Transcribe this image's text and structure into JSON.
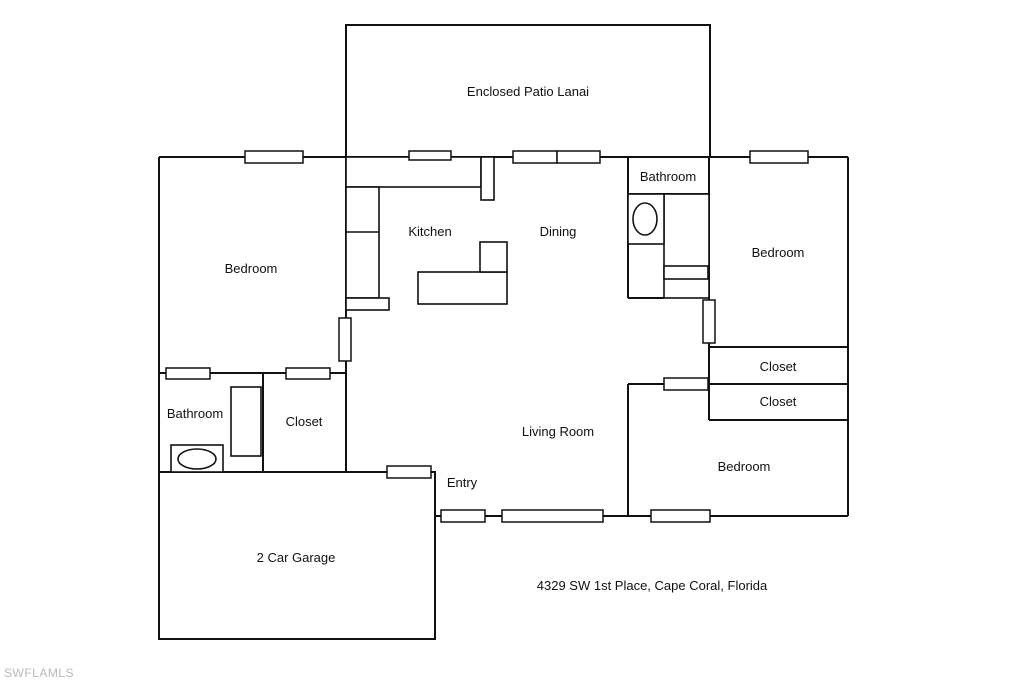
{
  "rooms": {
    "lanai": "Enclosed Patio Lanai",
    "kitchen": "Kitchen",
    "dining": "Dining",
    "bedroom_left": "Bedroom",
    "bathroom_top_right": "Bathroom",
    "bedroom_right": "Bedroom",
    "closet_right_1": "Closet",
    "closet_right_2": "Closet",
    "bathroom_left": "Bathroom",
    "closet_left": "Closet",
    "living_room": "Living Room",
    "entry": "Entry",
    "bedroom_bottom_right": "Bedroom",
    "garage": "2 Car Garage"
  },
  "address": "4329 SW 1st Place, Cape Coral, Florida",
  "watermark": "SWFLAMLS",
  "colors": {
    "line": "#111111",
    "background": "#ffffff",
    "watermark": "#b9b9b9"
  }
}
